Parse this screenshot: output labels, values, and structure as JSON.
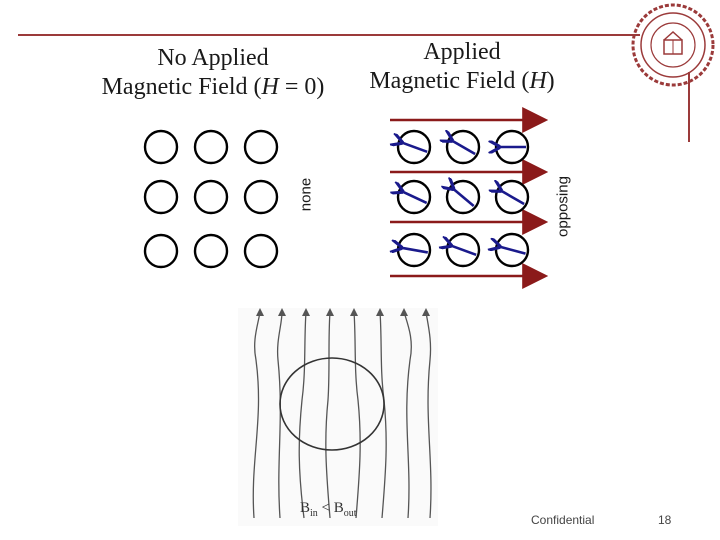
{
  "titles": {
    "left_line1": "No Applied",
    "left_line2_pre": "Magnetic Field (",
    "left_line2_var": "H",
    "left_line2_post": " = 0)",
    "right_line1": "Applied",
    "right_line2_pre": "Magnetic Field (",
    "right_line2_var": "H",
    "right_line2_post": ")"
  },
  "labels": {
    "none": "none",
    "opposing": "opposing",
    "b_main": "B",
    "b_in": "in",
    "b_lt": " < B",
    "b_out": "out"
  },
  "footer": {
    "confidential": "Confidential",
    "page_number": "18"
  },
  "colors": {
    "accent": "#9b3a3a",
    "field_arrow": "#8b1a1a",
    "moment_arrow": "#1a1a8c"
  },
  "icons": {
    "logo": "university-seal-icon"
  }
}
